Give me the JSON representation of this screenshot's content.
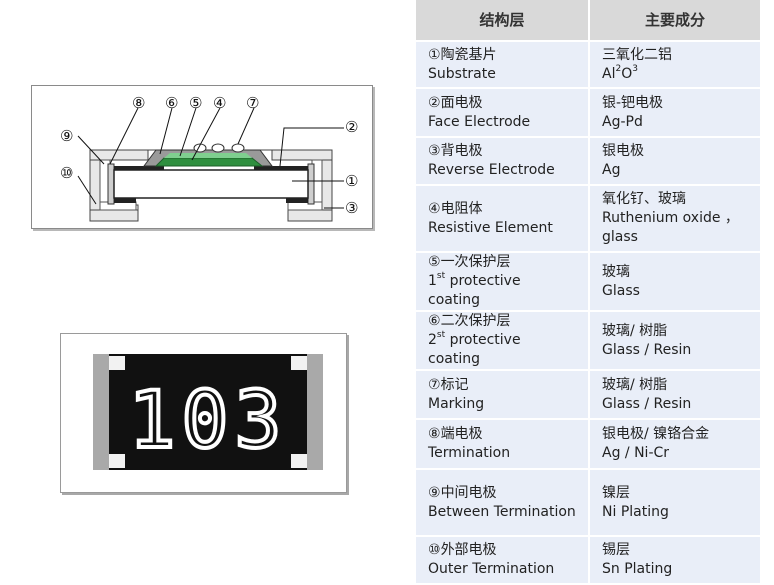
{
  "table": {
    "header": {
      "structure": "结构层",
      "composition": "主要成分"
    },
    "rows": [
      {
        "num": "①",
        "cn": "陶瓷基片",
        "en": "Substrate",
        "comp_cn": "三氧化二铝",
        "comp_en": "Al",
        "comp_sub1": "2",
        "comp_mid": "O",
        "comp_sub2": "3"
      },
      {
        "num": "②",
        "cn": "面电极",
        "en": "Face Electrode",
        "comp_cn": "银-钯电极",
        "comp_en": "Ag-Pd"
      },
      {
        "num": "③",
        "cn": "背电极",
        "en": "Reverse Electrode",
        "comp_cn": "银电极",
        "comp_en": "Ag"
      },
      {
        "num": "④",
        "cn": "电阻体",
        "en": "Resistive Element",
        "comp_cn": "氧化钌、玻璃",
        "comp_en": "Ruthenium oxide ，glass"
      },
      {
        "num": "⑤",
        "cn": "一次保护层",
        "en_prefix": "1",
        "en_sup": "st",
        "en": "protective coating",
        "comp_cn": "玻璃",
        "comp_en": "Glass"
      },
      {
        "num": "⑥",
        "cn": "二次保护层",
        "en_prefix": "2",
        "en_sup": "st",
        "en": "protective coating",
        "comp_cn": "玻璃/ 树脂",
        "comp_en": "Glass / Resin"
      },
      {
        "num": "⑦",
        "cn": "标记",
        "en": "Marking",
        "comp_cn": "玻璃/ 树脂",
        "comp_en": "Glass / Resin"
      },
      {
        "num": "⑧",
        "cn": "端电极",
        "en": "Termination",
        "comp_cn": "银电极/ 镍铬合金",
        "comp_en": "Ag / Ni-Cr"
      },
      {
        "num": "⑨",
        "cn": "中间电极",
        "en": "Between Termination",
        "comp_cn": "镍层",
        "comp_en": "Ni Plating"
      },
      {
        "num": "⑩",
        "cn": "外部电极",
        "en": "Outer Termination",
        "comp_cn": "锡层",
        "comp_en": "Sn Plating"
      }
    ]
  },
  "diagram": {
    "callouts": [
      "⑧",
      "⑥",
      "⑤",
      "④",
      "⑦",
      "②",
      "⑨",
      "⑩",
      "①",
      "③"
    ]
  },
  "resistor_photo": {
    "marking": "103"
  },
  "colors": {
    "table_header": "#d9d9d9",
    "table_cell": "#e9eef8",
    "resistive_green": "#2f8f3f",
    "chip_black": "#111111"
  }
}
